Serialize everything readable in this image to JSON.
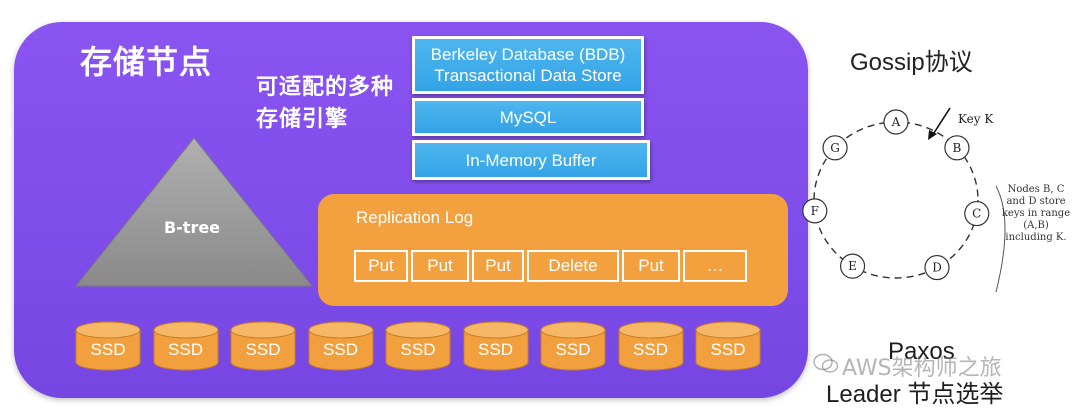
{
  "storage_node": {
    "title": "存储节点",
    "engines_caption": "可适配的多种存储引擎",
    "engines": [
      {
        "line1": "Berkeley Database (BDB)",
        "line2": "Transactional Data Store"
      },
      {
        "line1": "MySQL"
      },
      {
        "line1": "In-Memory Buffer"
      }
    ],
    "btree_label": "B-tree",
    "replication_log": {
      "title": "Replication Log",
      "entries": [
        "Put",
        "Put",
        "Put",
        "Delete",
        "Put",
        "…"
      ]
    },
    "ssd_label": "SSD",
    "ssd_count": 9
  },
  "gossip": {
    "title": "Gossip协议",
    "ring_nodes": [
      "A",
      "B",
      "C",
      "D",
      "E",
      "F",
      "G"
    ],
    "key_label": "Key K",
    "note": "Nodes B, C and D store keys in range (A,B) including K."
  },
  "paxos": {
    "line1": "Paxos",
    "line2": "Leader 节点选举"
  },
  "watermark": "AWS架构师之旅",
  "colors": {
    "panel": "#8150ec",
    "engine": "#3aa9e9",
    "replication": "#f3a03f",
    "ssd": "#f2a03d",
    "triangle": "#9a9a9a"
  }
}
